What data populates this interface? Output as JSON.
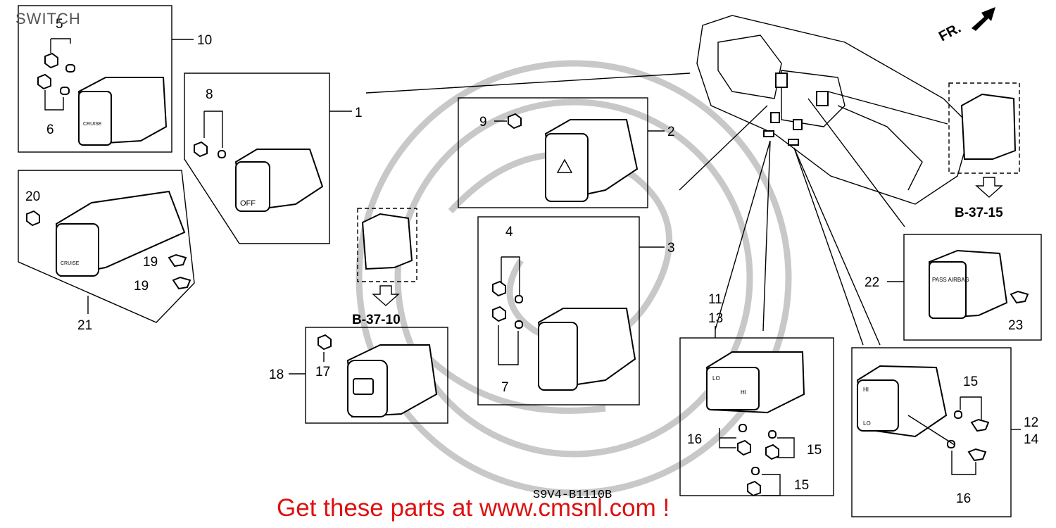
{
  "title": "SWITCH",
  "drawing_code": "S9V4-B1110B",
  "footer_link": "Get these parts at www.cmsnl.com !",
  "front_marker": "FR.",
  "ref_pages": [
    "B-37-10",
    "B-37-15"
  ],
  "callouts": {
    "c1": "1",
    "c2": "2",
    "c3": "3",
    "c4": "4",
    "c5": "5",
    "c6": "6",
    "c7": "7",
    "c8": "8",
    "c9": "9",
    "c10": "10",
    "c11": "11",
    "c12": "12",
    "c13": "13",
    "c14": "14",
    "c15": "15",
    "c16": "16",
    "c17": "17",
    "c18": "18",
    "c19": "19",
    "c20": "20",
    "c21": "21",
    "c22": "22",
    "c23": "23"
  },
  "switch_text": {
    "cruise": "CRUISE",
    "off": "OFF",
    "lo": "LO",
    "hi": "HI",
    "pass_airbag": "PASS AIRBAG"
  },
  "colors": {
    "footer": "#dd1111",
    "watermark": "#c8c8c8"
  }
}
